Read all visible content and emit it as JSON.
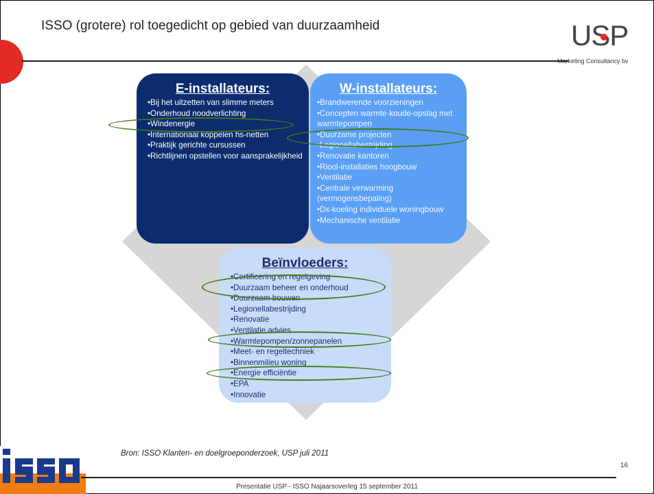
{
  "title": "ISSO (grotere) rol toegedicht op gebied van duurzaamheid",
  "logo": {
    "text": "USP",
    "subtitle": "Marketing Consultancy bv"
  },
  "boxes": {
    "e": {
      "heading": "E-installateurs:",
      "items": [
        "•Bij het uitzetten van slimme meters",
        "•Onderhoud noodverlichting",
        "•Windenergie",
        "•Internationaal koppelen hs-netten",
        "•Praktijk gerichte cursussen",
        "•Richtlijnen opstellen voor aansprakelijkheid"
      ]
    },
    "w": {
      "heading": "W-installateurs:",
      "items": [
        "•Brandwerende voorzieningen",
        "•Concepten warmte-koude-opslag met warmtepompen",
        "•Duurzame projecten",
        "•Legionellabestrijding",
        "•Renovatie kantoren",
        "•Riool-installaties hoogbouw",
        "•Ventilatie",
        "•Centrale verwarming (vermogensbepaling)",
        "•Dx-koeling individuele woningbouw",
        "•Mechanische ventilatie"
      ]
    },
    "b": {
      "heading": "Beïnvloeders:",
      "items": [
        "•Certificering en regelgeving",
        "•Duurzaam beheer en onderhoud",
        "•Duurzaam bouwen",
        "•Legionellabestrijding",
        "•Renovatie",
        "•Ventilatie advies",
        "•Warmtepompen/zonnepanelen",
        "•Meet- en regeltechniek",
        "•Binnenmilieu woning",
        "•Energie efficiëntie",
        "•EPA",
        "•Innovatie"
      ]
    }
  },
  "source": "Bron: ISSO Klanten- en doelgroeponderzoek, USP juli 2011",
  "footer": "Presentatie USP - ISSO Najaarsoverleg 15 september 2011",
  "page_number": "16",
  "colors": {
    "e_box": "#0c2c6e",
    "w_box": "#5a9ff3",
    "b_box": "#c8dcfa",
    "highlight": "#3f7a1a",
    "accent_red": "#e22b24",
    "isso_orange": "#f07d0f"
  }
}
